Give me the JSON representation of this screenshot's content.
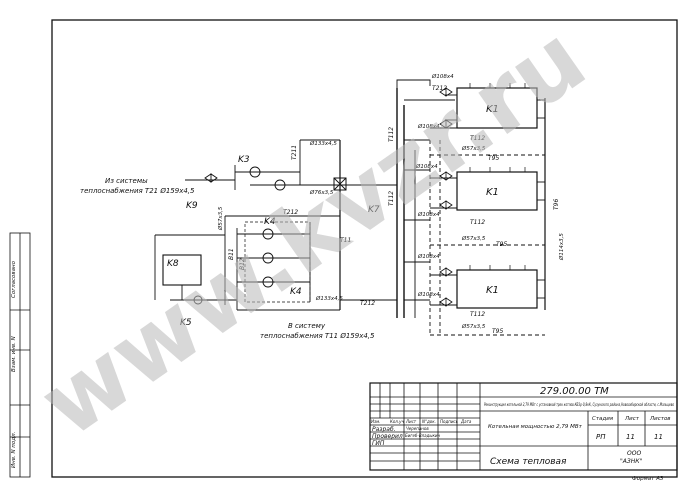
{
  "stamp": {
    "doc_code": "279.00.00 ТМ",
    "project_title": "Реконструкция котельной 2,79 МВт с установкой трех котлов КВ3р-0,8кК, Сузунского района,Новосибирской области, с.Мальцево",
    "object_name": "Котельная мощностью 2,79 МВт",
    "sheet_title": "Схема тепловая",
    "company_line1": "ООО",
    "company_line2": "\"АЗНК\"",
    "stage_label": "Стадия",
    "sheet_label": "Лист",
    "sheets_label": "Листов",
    "stage_value": "РП",
    "sheet_value": "11",
    "sheets_value": "11",
    "header_cols": [
      "Изм.",
      "Кол.уч",
      "Лист",
      "N°док.",
      "Подпись",
      "Дата"
    ],
    "role_1": "Разраб.",
    "role_2": "Проверил",
    "role_3": "ГИП",
    "person_1": "Черепанов",
    "person_2": "Бигеб-Владыкин",
    "format": "Формат А3"
  },
  "side_labels": [
    "Согласовано",
    "Взам. инв. N",
    "Инв. N подл."
  ],
  "watermark": "www.kvzr.ru",
  "diagram": {
    "note_from": "Из системы",
    "note_from_line2": "теплоснабжения Т21 Ø159х4,5",
    "note_to": "В систему",
    "note_to_line2": "теплоснабжения Т11 Ø159х4,5",
    "labels": {
      "k1": "K1",
      "k3": "K3",
      "k4": "K4",
      "k5": "K5",
      "k7": "K7",
      "k8": "K8",
      "k9": "K9",
      "t11": "Т11",
      "t112": "Т112",
      "t212": "Т212",
      "t211": "Т211",
      "t95": "Т95",
      "t96": "Т96",
      "b11": "В11",
      "b12": "В12",
      "d108": "Ø108х4",
      "d57": "Ø57х3,5",
      "d76": "Ø76х3,5",
      "d133": "Ø133х4,5",
      "d114": "Ø114х3,5",
      "d159": "Ø159х4,5"
    }
  }
}
